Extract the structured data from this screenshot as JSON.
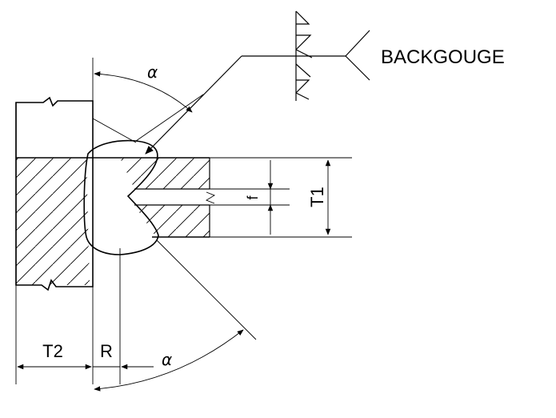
{
  "note": {
    "backgouge_label": "BACKGOUGE"
  },
  "dimensions": {
    "alpha_top": "α",
    "alpha_bottom": "α",
    "t1_label": "T1",
    "t2_label": "T2",
    "r_label": "R",
    "f_label": "f"
  },
  "colors": {
    "line": "#000000",
    "background": "#ffffff"
  }
}
